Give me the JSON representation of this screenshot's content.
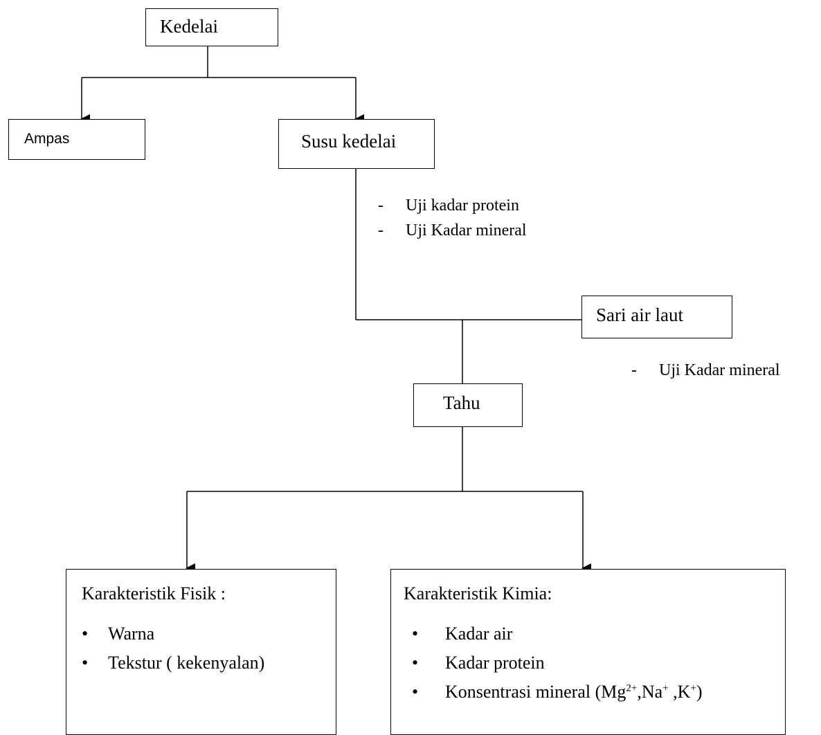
{
  "nodes": {
    "kedelai": "Kedelai",
    "ampas": "Ampas",
    "susu": "Susu kedelai",
    "sari": "Sari air laut",
    "tahu": "Tahu"
  },
  "notes": {
    "susu": [
      "Uji kadar protein",
      "Uji Kadar mineral"
    ],
    "sari": [
      "Uji Kadar mineral"
    ],
    "dash": "-"
  },
  "fisik": {
    "title": "Karakteristik Fisik :",
    "items": [
      "Warna",
      "Tekstur ( kekenyalan)"
    ]
  },
  "kimia": {
    "title": "Karakteristik Kimia:",
    "items": [
      "Kadar air",
      "Kadar protein"
    ],
    "mineral": {
      "prefix": "Konsentrasi mineral (Mg",
      "sup1": "2+",
      "mid1": ",Na",
      "sup2": "+",
      "mid2": " ,K",
      "sup3": "+",
      "suffix": ")"
    }
  },
  "bullet": "•"
}
